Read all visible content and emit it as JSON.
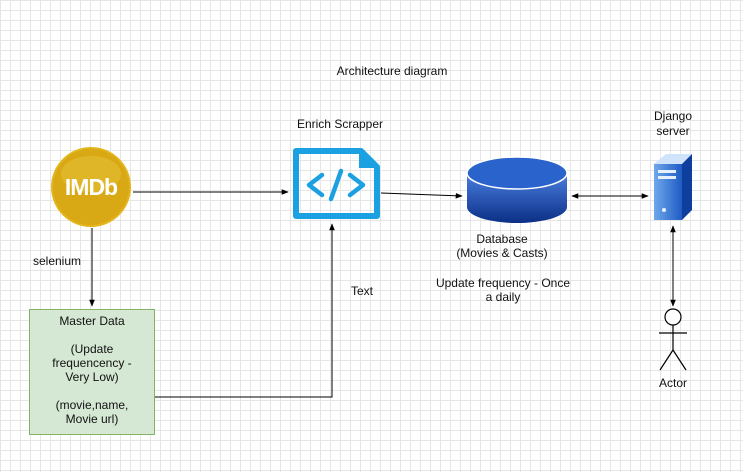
{
  "diagram": {
    "title": "Architecture diagram",
    "nodes": {
      "imdb": {
        "logo_text": "IMDb",
        "brand_color": "#d8a915"
      },
      "scraper": {
        "label": "Enrich Scrapper",
        "accent_color": "#1ba1e2"
      },
      "database": {
        "label_line1": "Database",
        "label_line2": "(Movies & Casts)",
        "accent_color": "#1c4eb3"
      },
      "django": {
        "label_line1": "Django",
        "label_line2": "server"
      },
      "actor": {
        "label": "Actor"
      },
      "master_data": {
        "title": "Master Data",
        "freq_line1": "(Update",
        "freq_line2": "frequencency -",
        "freq_line3": "Very Low)",
        "fields_line1": "(movie,name,",
        "fields_line2": "Movie url)"
      }
    },
    "annotations": {
      "selenium": "selenium",
      "text": "Text",
      "db_freq_line1": "Update frequency - Once",
      "db_freq_line2": "a daily"
    },
    "edges": [
      {
        "from": "imdb",
        "to": "scraper",
        "label": ""
      },
      {
        "from": "imdb",
        "to": "master_data",
        "label": "selenium"
      },
      {
        "from": "master_data",
        "to": "scraper",
        "label": "Text"
      },
      {
        "from": "scraper",
        "to": "database",
        "label": ""
      },
      {
        "from": "database",
        "to": "django",
        "label": "",
        "bidirectional": true
      },
      {
        "from": "django",
        "to": "actor",
        "label": "",
        "bidirectional": true
      }
    ]
  }
}
